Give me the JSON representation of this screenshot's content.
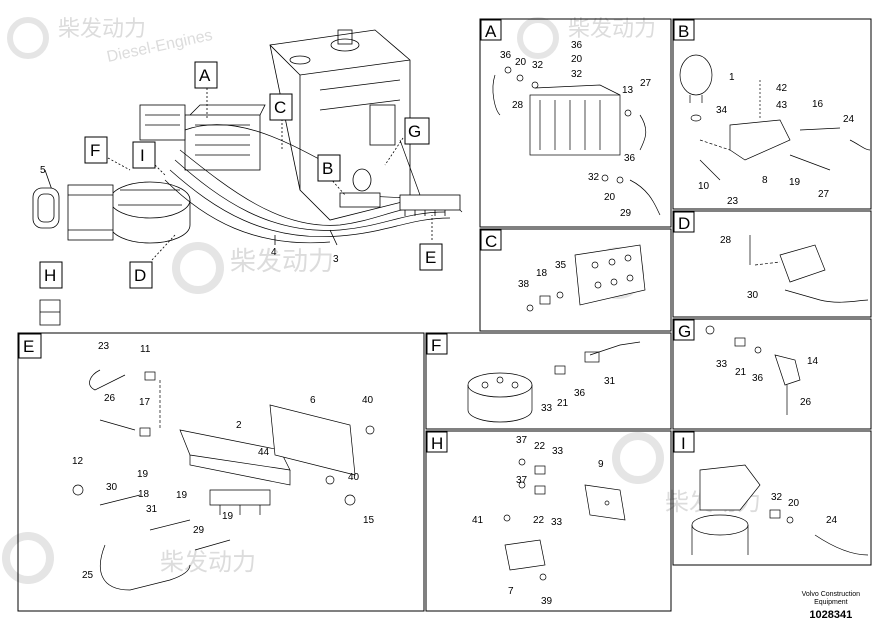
{
  "watermark": {
    "cn": "柴发动力",
    "en": "Diesel-Engines"
  },
  "footer": {
    "line1": "Volvo Construction",
    "line2": "Equipment",
    "code": "1028341"
  },
  "main_labels": {
    "A": "A",
    "B": "B",
    "C": "C",
    "D": "D",
    "E": "E",
    "F": "F",
    "G": "G",
    "H": "H",
    "I": "I",
    "n5": "5",
    "n4": "4",
    "n3": "3"
  },
  "panels": {
    "A": {
      "letter": "A",
      "numbers": [
        "36",
        "20",
        "32",
        "28",
        "36",
        "20",
        "32",
        "13",
        "27",
        "36",
        "32",
        "20",
        "29"
      ]
    },
    "B": {
      "letter": "B",
      "numbers": [
        "1",
        "42",
        "34",
        "43",
        "16",
        "24",
        "10",
        "8",
        "19",
        "23",
        "27"
      ]
    },
    "C": {
      "letter": "C",
      "numbers": [
        "35",
        "18",
        "38"
      ]
    },
    "D": {
      "letter": "D",
      "numbers": [
        "28",
        "30"
      ]
    },
    "E": {
      "letter": "E",
      "numbers": [
        "23",
        "11",
        "26",
        "17",
        "6",
        "40",
        "2",
        "44",
        "12",
        "19",
        "30",
        "18",
        "31",
        "19",
        "40",
        "15",
        "29",
        "19",
        "25"
      ]
    },
    "F": {
      "letter": "F",
      "numbers": [
        "31",
        "33",
        "21",
        "36"
      ]
    },
    "G": {
      "letter": "G",
      "numbers": [
        "33",
        "21",
        "36",
        "14",
        "26"
      ]
    },
    "H": {
      "letter": "H",
      "numbers": [
        "37",
        "22",
        "33",
        "9",
        "37",
        "41",
        "22",
        "33",
        "7",
        "39"
      ]
    },
    "I": {
      "letter": "I",
      "numbers": [
        "32",
        "20",
        "24"
      ]
    }
  }
}
